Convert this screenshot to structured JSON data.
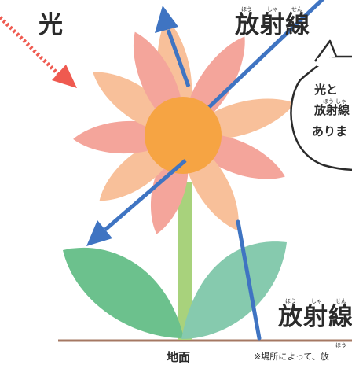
{
  "labels": {
    "light": "光",
    "radiation_top": "放射線",
    "radiation_top_ruby": [
      "ほう",
      "しゃ",
      "せん"
    ],
    "radiation_bottom": "放射線",
    "radiation_bottom_ruby": [
      "ほう",
      "しゃ",
      "せん"
    ],
    "ground": "地面"
  },
  "bubble": {
    "lines": [
      "光と",
      "放射線",
      "ありま"
    ],
    "ruby": [
      "ほう",
      "しゃ"
    ]
  },
  "footnote": "※場所によって、放",
  "footnote_ruby": "ほう",
  "colors": {
    "light_arrow": "#ef5a50",
    "radiation": "#3f74c2",
    "petal_pink": "#f4a59b",
    "petal_peach": "#f8c09a",
    "center": "#f6a443",
    "stem": "#a8d27c",
    "leaf_dark": "#6cc18d",
    "leaf_light": "#86caae",
    "ground": "#a57863"
  },
  "icons": [
    "light-arrow-icon",
    "radiation-arrow-icon",
    "flower-icon",
    "speech-bubble-icon"
  ]
}
